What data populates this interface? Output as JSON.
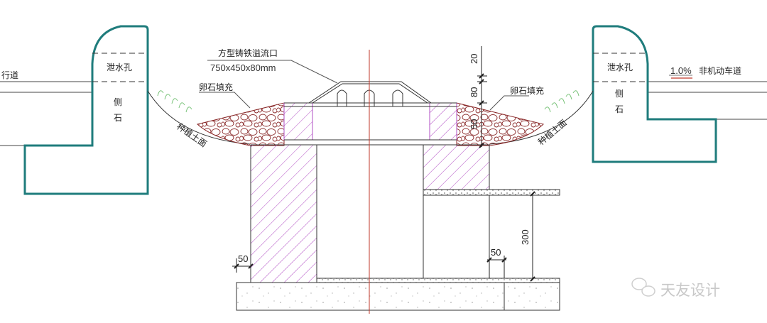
{
  "labels": {
    "sidewalk_partial": "行道",
    "weep_hole_left": "泄水孔",
    "curb_left_1": "侧",
    "curb_left_2": "石",
    "weep_hole_right": "泄水孔",
    "curb_right_1": "侧",
    "curb_right_2": "石",
    "inlet_name": "方型铸铁溢流口",
    "inlet_size": "750x450x80mm",
    "gravel_left": "卵石填充",
    "gravel_right": "卵石填充",
    "soil_left": "种植土面",
    "soil_right": "种植土面",
    "slope": "1.0%",
    "bike_lane": "非机动车道"
  },
  "dimensions": {
    "d20": "20",
    "d80": "80",
    "d50_top": "50",
    "d300": "300",
    "d50_left": "50",
    "d50_right": "50"
  },
  "watermark": {
    "text": "天友设计",
    "icon": "wechat-icon"
  },
  "colors": {
    "curb": "#1f7c7c",
    "hatch": "#b24fc4",
    "gravel": "#8a2a2a",
    "centerline": "#c0392b",
    "grass": "#7cc47c"
  }
}
